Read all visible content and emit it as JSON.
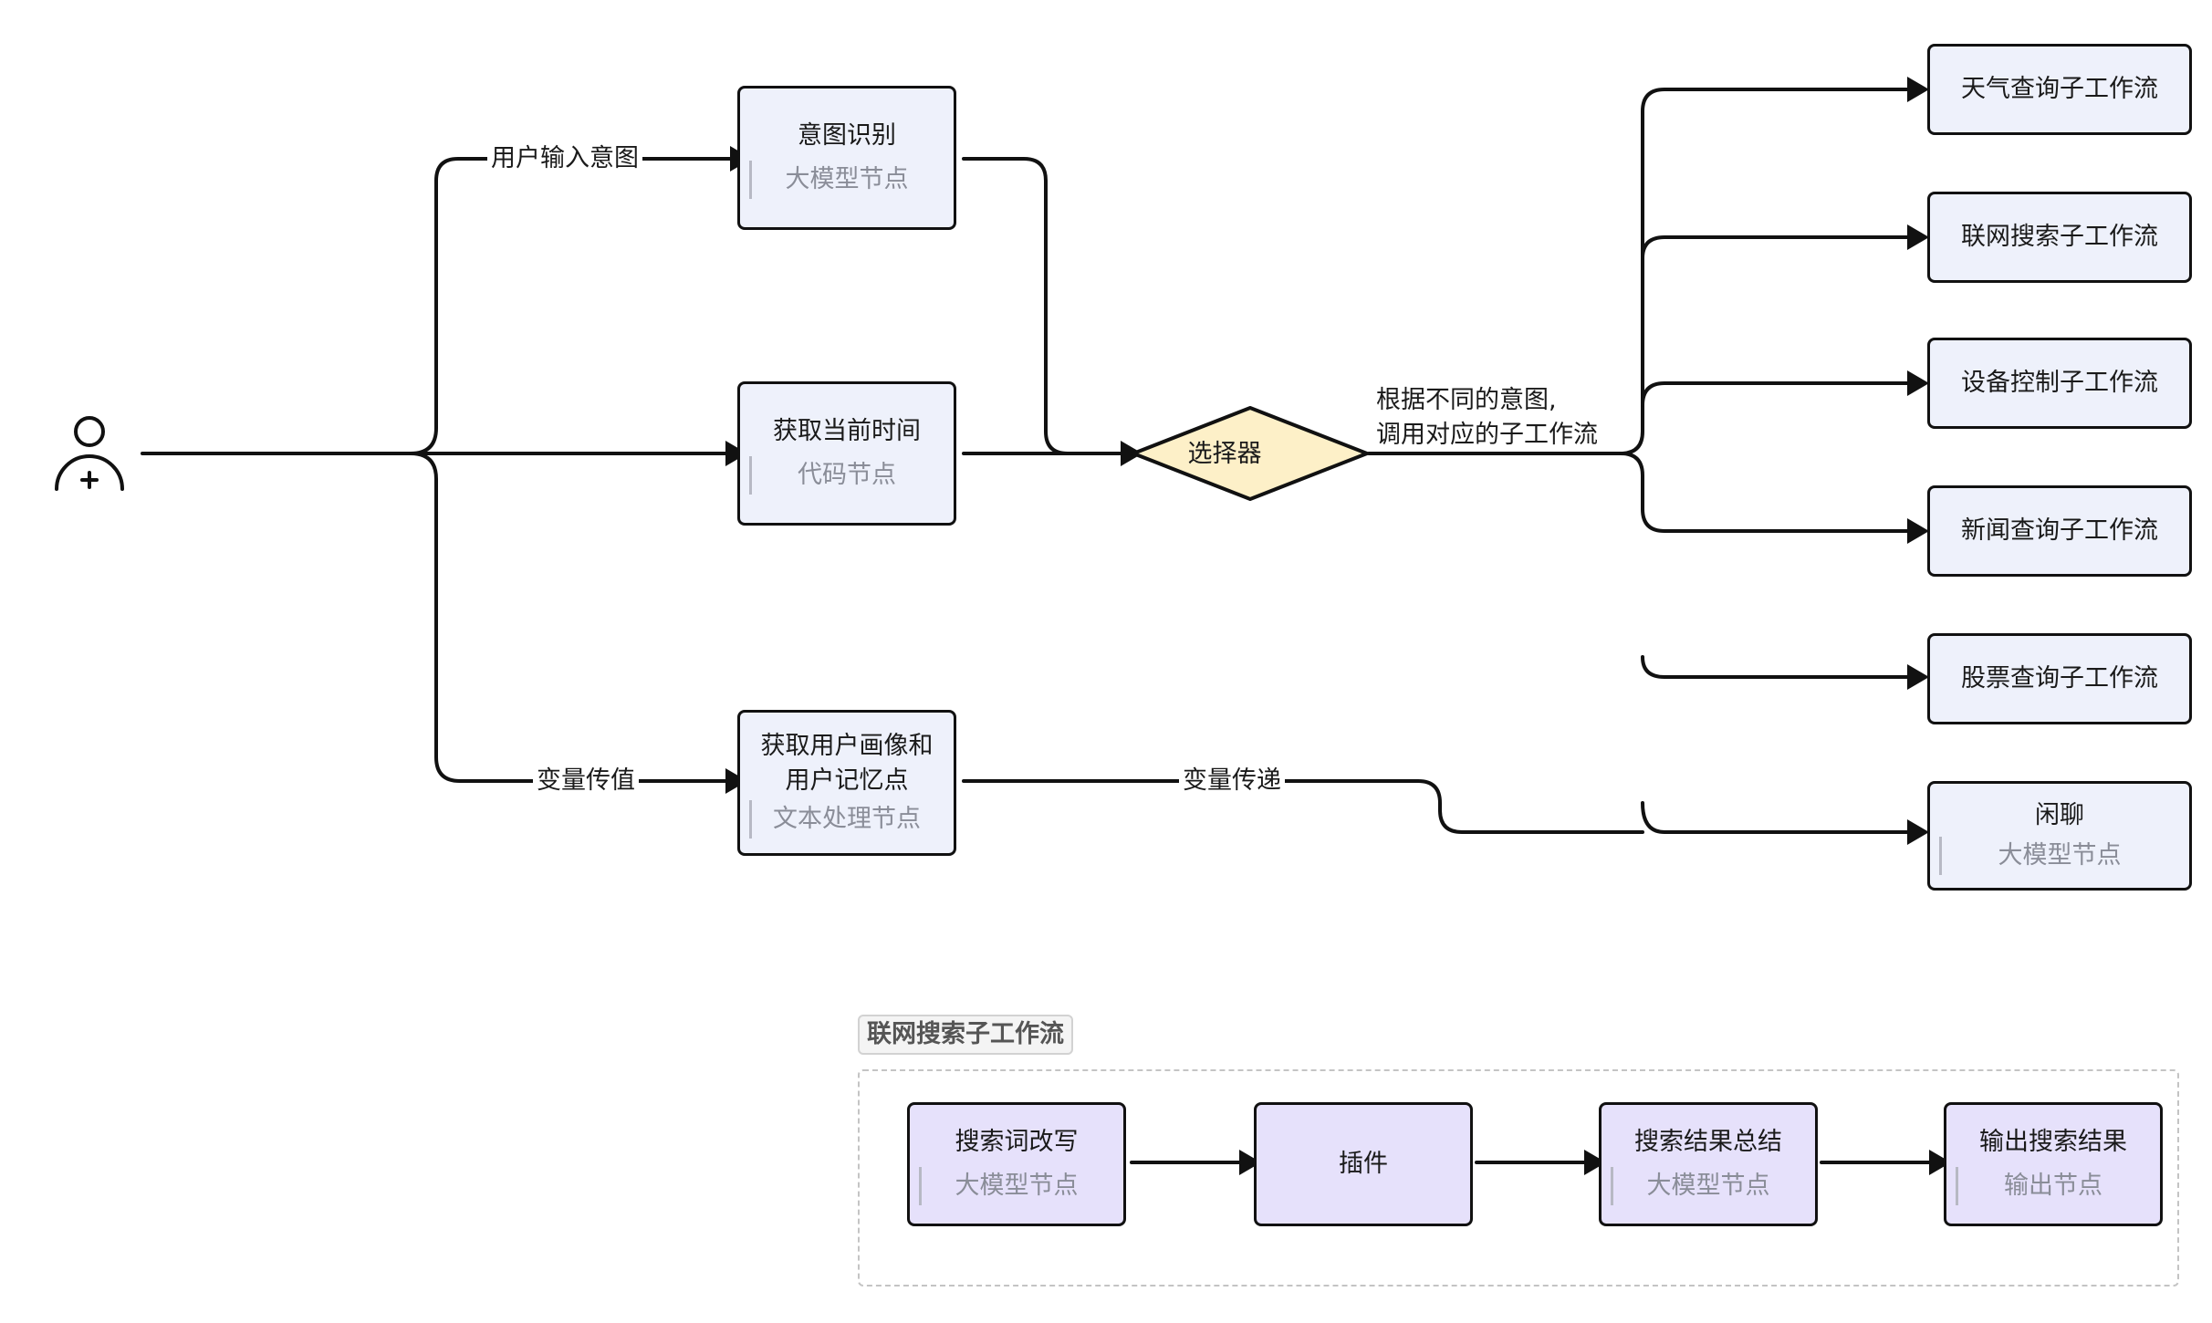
{
  "nodes": {
    "intent": {
      "title": "意图识别",
      "type": "大模型节点"
    },
    "time": {
      "title": "获取当前时间",
      "type": "代码节点"
    },
    "profile": {
      "title": "获取用户画像和\n用户记忆点",
      "type": "文本处理节点"
    },
    "selector": {
      "title": "选择器"
    },
    "weather": {
      "title": "天气查询子工作流"
    },
    "web": {
      "title": "联网搜索子工作流"
    },
    "device": {
      "title": "设备控制子工作流"
    },
    "news": {
      "title": "新闻查询子工作流"
    },
    "stock": {
      "title": "股票查询子工作流"
    },
    "chat": {
      "title": "闲聊",
      "type": "大模型节点"
    }
  },
  "edge_labels": {
    "user_intent": "用户输入意图",
    "var_value": "变量传值",
    "var_pass": "变量传递"
  },
  "selector_note": {
    "line1": "根据不同的意图,",
    "line2": "调用对应的子工作流"
  },
  "subflow": {
    "title": "联网搜索子工作流",
    "rewrite": {
      "title": "搜索词改写",
      "type": "大模型节点"
    },
    "plugin": {
      "title": "插件"
    },
    "summary": {
      "title": "搜索结果总结",
      "type": "大模型节点"
    },
    "output": {
      "title": "输出搜索结果",
      "type": "输出节点"
    }
  },
  "colors": {
    "node_fill": "#eef1fb",
    "subflow_node_fill": "#e6e1fb",
    "selector_fill": "#fdf0c8",
    "stroke": "#111111"
  },
  "icons": {
    "user": "user-add-icon"
  }
}
